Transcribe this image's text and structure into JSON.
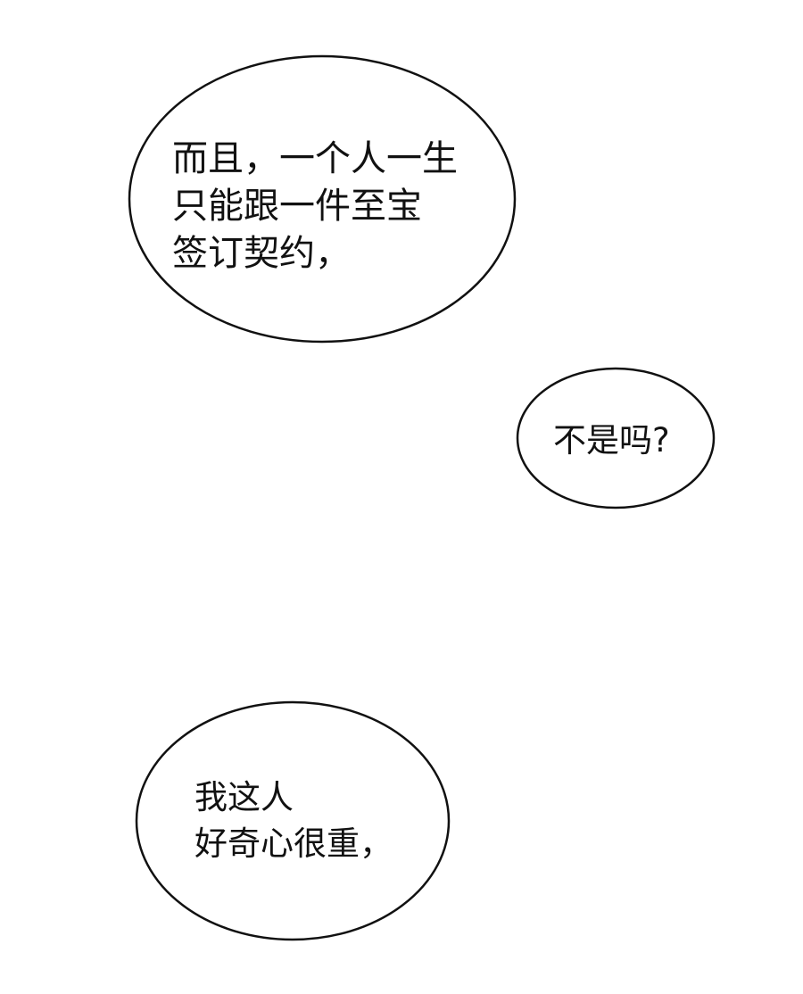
{
  "bubbles": [
    {
      "lines": [
        "而且，一个人一生",
        "只能跟一件至宝",
        "签订契约，"
      ]
    },
    {
      "lines": [
        "不是吗?"
      ]
    },
    {
      "lines": [
        "我这人",
        "好奇心很重，"
      ]
    }
  ],
  "colors": {
    "background": "#ffffff",
    "outline": "#111111",
    "text": "#111111"
  }
}
